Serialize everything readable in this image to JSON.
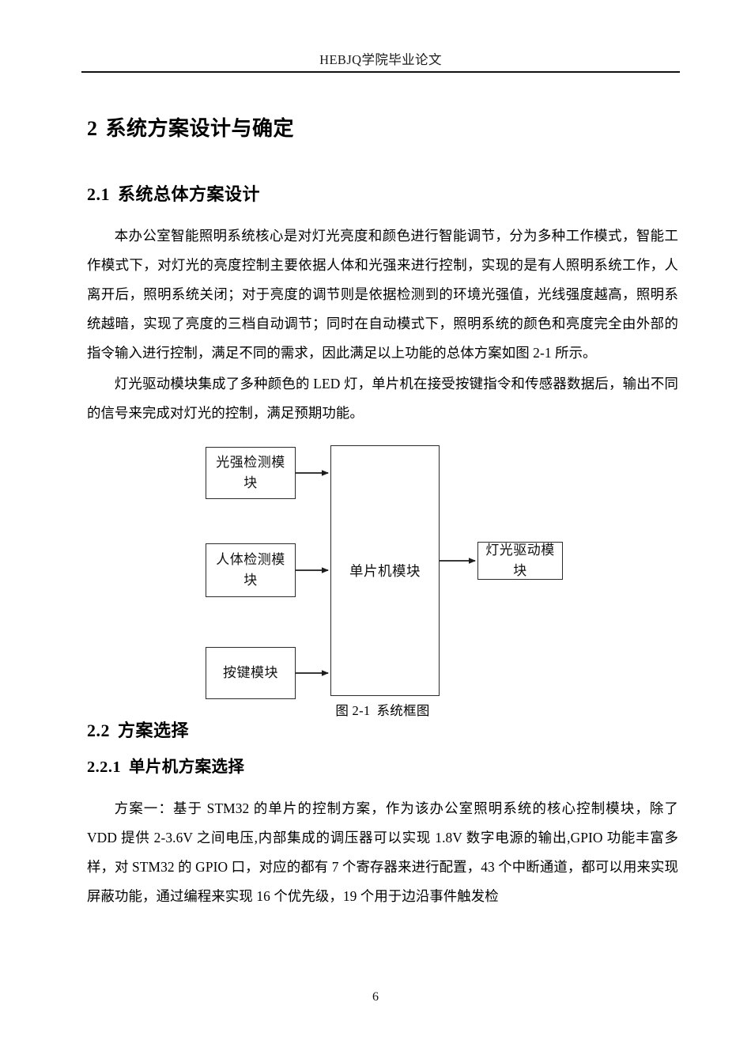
{
  "page": {
    "header_text": "HEBJQ学院毕业论文",
    "page_number": "6"
  },
  "sections": {
    "h1": {
      "number": "2",
      "title": "系统方案设计与确定"
    },
    "h2_1": {
      "number": "2.1",
      "title": "系统总体方案设计"
    },
    "h2_2": {
      "number": "2.2",
      "title": "方案选择"
    },
    "h3_1": {
      "number": "2.2.1",
      "title": "单片机方案选择"
    }
  },
  "paragraphs": {
    "p1": "本办公室智能照明系统核心是对灯光亮度和颜色进行智能调节，分为多种工作模式，智能工作模式下，对灯光的亮度控制主要依据人体和光强来进行控制，实现的是有人照明系统工作，人离开后，照明系统关闭；对于亮度的调节则是依据检测到的环境光强值，光线强度越高，照明系统越暗，实现了亮度的三档自动调节；同时在自动模式下，照明系统的颜色和亮度完全由外部的指令输入进行控制，满足不同的需求，因此满足以上功能的总体方案如图 2-1 所示。",
    "p2": "灯光驱动模块集成了多种颜色的 LED 灯，单片机在接受按键指令和传感器数据后，输出不同的信号来完成对灯光的控制，满足预期功能。",
    "p3": "方案一：基于 STM32 的单片的控制方案，作为该办公室照明系统的核心控制模块，除了 VDD 提供 2-3.6V 之间电压,内部集成的调压器可以实现 1.8V 数字电源的输出,GPIO 功能丰富多样，对 STM32 的 GPIO 口，对应的都有 7 个寄存器来进行配置，43 个中断通道，都可以用来实现屏蔽功能，通过编程来实现 16 个优先级，19 个用于边沿事件触发检"
  },
  "figure": {
    "caption_number": "图 2-1",
    "caption_title": "系统框图",
    "blocks": {
      "light_sensor": "光强检测模块",
      "human_sensor": "人体检测模块",
      "key_module": "按键模块",
      "mcu": "单片机模块",
      "lamp_driver": "灯光驱动模块"
    },
    "colors": {
      "line": "#2b2b2b",
      "box_fill": "#ffffff"
    }
  }
}
